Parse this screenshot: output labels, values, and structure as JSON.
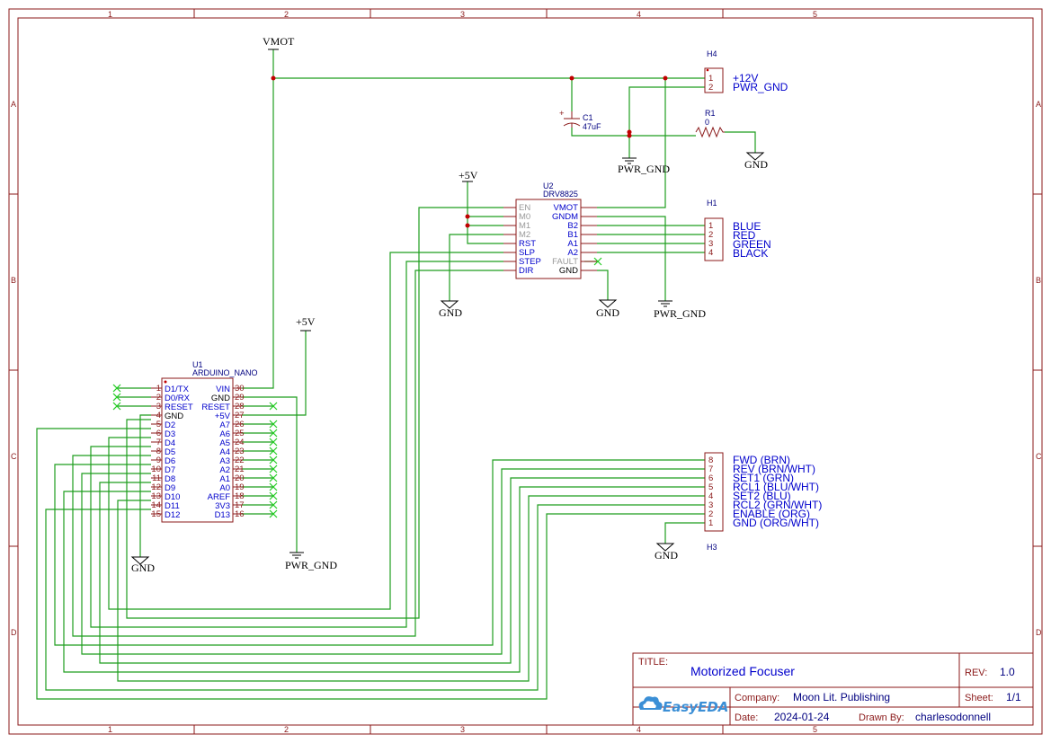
{
  "sheet": {
    "zones_h": [
      "1",
      "2",
      "3",
      "4",
      "5"
    ],
    "zones_v": [
      "A",
      "B",
      "C",
      "D"
    ]
  },
  "title_block": {
    "title_label": "TITLE:",
    "title": "Motorized Focuser",
    "rev_label": "REV:",
    "rev": "1.0",
    "logo": "EasyEDA",
    "company_label": "Company:",
    "company": "Moon Lit. Publishing",
    "sheet_label": "Sheet:",
    "sheet": "1/1",
    "date_label": "Date:",
    "date": "2024-01-24",
    "drawn_label": "Drawn By:",
    "drawn_by": "charlesodonnell"
  },
  "power_labels": {
    "vmot": "VMOT",
    "p5v_u2": "+5V",
    "p5v_u1": "+5V",
    "gnd": "GND",
    "pwr_gnd": "PWR_GND"
  },
  "u1": {
    "ref": "U1",
    "name": "ARDUINO_NANO",
    "left_pins": [
      {
        "num": "1",
        "name": "D1/TX"
      },
      {
        "num": "2",
        "name": "D0/RX"
      },
      {
        "num": "3",
        "name": "RESET"
      },
      {
        "num": "4",
        "name": "GND"
      },
      {
        "num": "5",
        "name": "D2"
      },
      {
        "num": "6",
        "name": "D3"
      },
      {
        "num": "7",
        "name": "D4"
      },
      {
        "num": "8",
        "name": "D5"
      },
      {
        "num": "9",
        "name": "D6"
      },
      {
        "num": "10",
        "name": "D7"
      },
      {
        "num": "11",
        "name": "D8"
      },
      {
        "num": "12",
        "name": "D9"
      },
      {
        "num": "13",
        "name": "D10"
      },
      {
        "num": "14",
        "name": "D11"
      },
      {
        "num": "15",
        "name": "D12"
      }
    ],
    "right_pins": [
      {
        "num": "30",
        "name": "VIN"
      },
      {
        "num": "29",
        "name": "GND"
      },
      {
        "num": "28",
        "name": "RESET"
      },
      {
        "num": "27",
        "name": "+5V"
      },
      {
        "num": "26",
        "name": "A7"
      },
      {
        "num": "25",
        "name": "A6"
      },
      {
        "num": "24",
        "name": "A5"
      },
      {
        "num": "23",
        "name": "A4"
      },
      {
        "num": "22",
        "name": "A3"
      },
      {
        "num": "21",
        "name": "A2"
      },
      {
        "num": "20",
        "name": "A1"
      },
      {
        "num": "19",
        "name": "A0"
      },
      {
        "num": "18",
        "name": "AREF"
      },
      {
        "num": "17",
        "name": "3V3"
      },
      {
        "num": "16",
        "name": "D13"
      }
    ]
  },
  "u2": {
    "ref": "U2",
    "name": "DRV8825",
    "left_pins": [
      "EN",
      "M0",
      "M1",
      "M2",
      "RST",
      "SLP",
      "STEP",
      "DIR"
    ],
    "right_pins": [
      "VMOT",
      "GNDM",
      "B2",
      "B1",
      "A1",
      "A2",
      "FAULT",
      "GND"
    ]
  },
  "h4": {
    "ref": "H4",
    "pins": [
      "1",
      "2"
    ],
    "labels": [
      "+12V",
      "PWR_GND"
    ]
  },
  "h1": {
    "ref": "H1",
    "pins": [
      "1",
      "2",
      "3",
      "4"
    ],
    "labels": [
      "BLUE",
      "RED",
      "GREEN",
      "BLACK"
    ]
  },
  "h3": {
    "ref": "H3",
    "pins": [
      "8",
      "7",
      "6",
      "5",
      "4",
      "3",
      "2",
      "1"
    ],
    "labels": [
      "FWD (BRN)",
      "REV (BRN/WHT)",
      "SET1 (GRN)",
      "RCL1 (BLU/WHT)",
      "SET2 (BLU)",
      "RCL2 (GRN/WHT)",
      "ENABLE (ORG)",
      "GND (ORG/WHT)"
    ]
  },
  "c1": {
    "ref": "C1",
    "value": "47uF"
  },
  "r1": {
    "ref": "R1",
    "value": "0"
  }
}
